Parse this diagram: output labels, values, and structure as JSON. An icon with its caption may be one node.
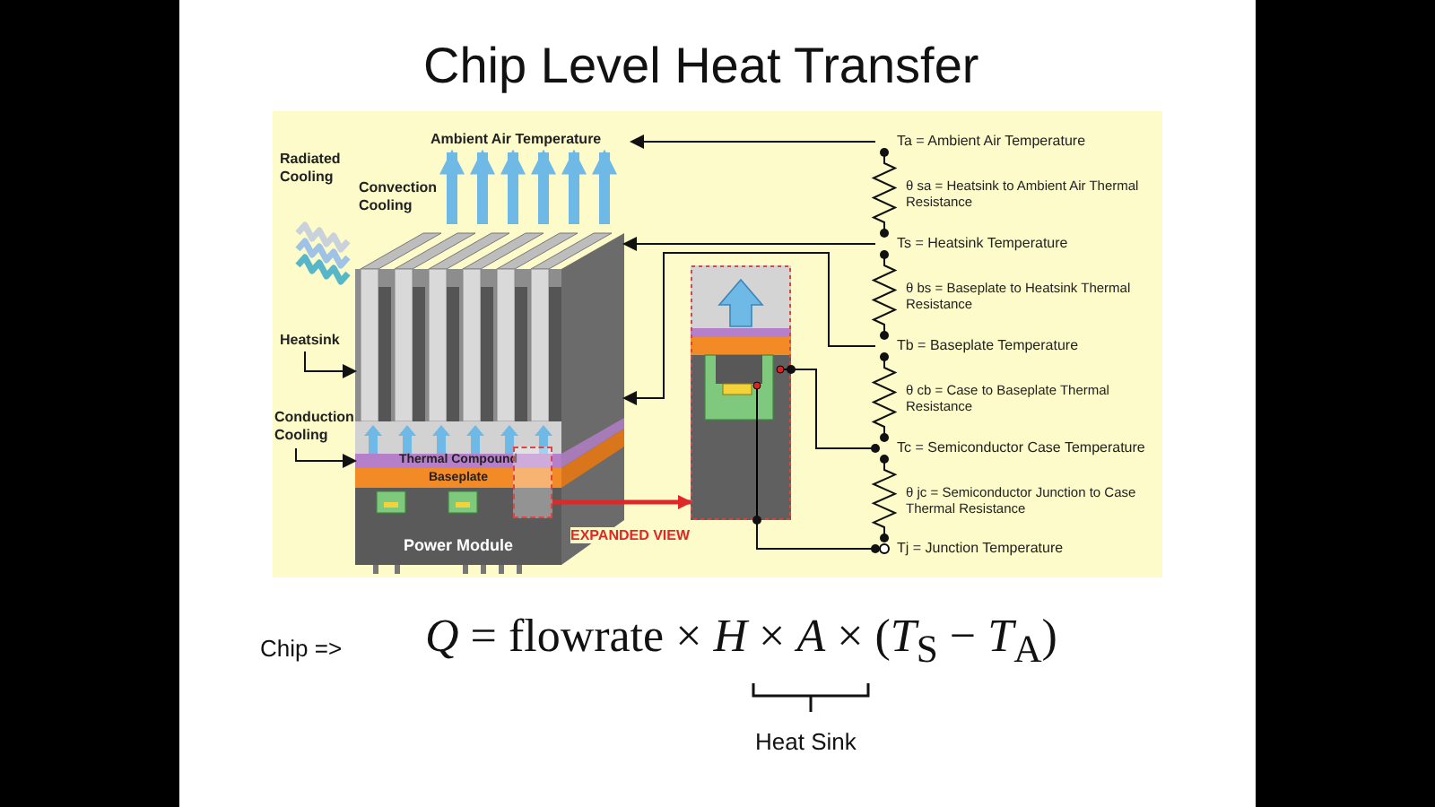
{
  "diagram": {
    "title": "Chip Level Heat Transfer",
    "nodes": [
      {
        "text": [
          "Ambient Air Temperature"
        ]
      },
      {
        "text": [
          "Radiated Cooling"
        ]
      },
      {
        "text": [
          "Convection Cooling"
        ]
      },
      {
        "text": [
          "Heatsink"
        ]
      },
      {
        "text": [
          "Conduction Cooling"
        ]
      },
      {
        "text": [],
        "shape": "picture"
      },
      {
        "text": [
          "Thermal Compound"
        ],
        "in": 5
      },
      {
        "text": [
          "Baseplate"
        ],
        "in": 5
      },
      {
        "text": [
          "Power Module"
        ],
        "in": 5
      },
      {
        "text": [],
        "shape": "box",
        "in": 5
      },
      {
        "text": [],
        "shape": "picture"
      },
      {
        "text": [
          "Ta = Ambient Air Temperature"
        ]
      },
      {
        "text": [
          "Ts = Heatsink Temperature"
        ]
      },
      {
        "text": [
          "Tb = Baseplate Temperature"
        ]
      },
      {
        "text": [
          "Tc = Semiconductor Case Temperature"
        ]
      },
      {
        "text": [
          "Tj = Junction Temperature"
        ]
      }
    ],
    "edges": [
      {
        "from": 11,
        "to": 0,
        "arrow": "to"
      },
      {
        "from": 12,
        "to": 5,
        "arrow": "to"
      },
      {
        "from": 13,
        "to": 5,
        "arrow": "to"
      },
      {
        "from": 14,
        "to": 10,
        "arrow": "other"
      },
      {
        "from": 10,
        "to": 15,
        "arrow": "other"
      },
      {
        "from": 3,
        "to": 5,
        "arrow": "to"
      },
      {
        "from": 4,
        "to": 6,
        "arrow": "to"
      },
      {
        "from": 9,
        "to": 10,
        "arrow": "to",
        "label": "EXPANDED VIEW",
        "style": "thick",
        "color": "#e02828"
      },
      {
        "from": 11,
        "to": 12,
        "arrow": "other",
        "label": "θ sa = Heatsink to Ambient Air Thermal Resistance"
      },
      {
        "from": 12,
        "to": 13,
        "arrow": "other",
        "label": "θ bs = Baseplate to Heatsink Thermal Resistance"
      },
      {
        "from": 13,
        "to": 14,
        "arrow": "other",
        "label": "θ cb = Case to Baseplate Thermal Resistance"
      },
      {
        "from": 14,
        "to": 15,
        "arrow": "other",
        "label": "θ jc = Semiconductor Junction to Case Thermal Resistance"
      },
      {
        "from": 5,
        "to": 0,
        "arrow": "to",
        "style": "thick",
        "color": "#6fb9e6"
      },
      {
        "from": 5,
        "to": 0,
        "arrow": "to",
        "style": "thick",
        "color": "#6fb9e6"
      },
      {
        "from": 5,
        "to": 0,
        "arrow": "to",
        "style": "thick",
        "color": "#6fb9e6"
      },
      {
        "from": 5,
        "to": 0,
        "arrow": "to",
        "style": "thick",
        "color": "#6fb9e6"
      },
      {
        "from": 5,
        "to": 0,
        "arrow": "to",
        "style": "thick",
        "color": "#6fb9e6"
      },
      {
        "from": 5,
        "to": 0,
        "arrow": "to",
        "style": "thick",
        "color": "#6fb9e6"
      }
    ],
    "labels": [
      "Chip =>",
      "*Q* = flowrate × *H* × *A* × (*T*$_{S}$ − *T*$_{A}$)",
      "Heat Sink"
    ]
  }
}
